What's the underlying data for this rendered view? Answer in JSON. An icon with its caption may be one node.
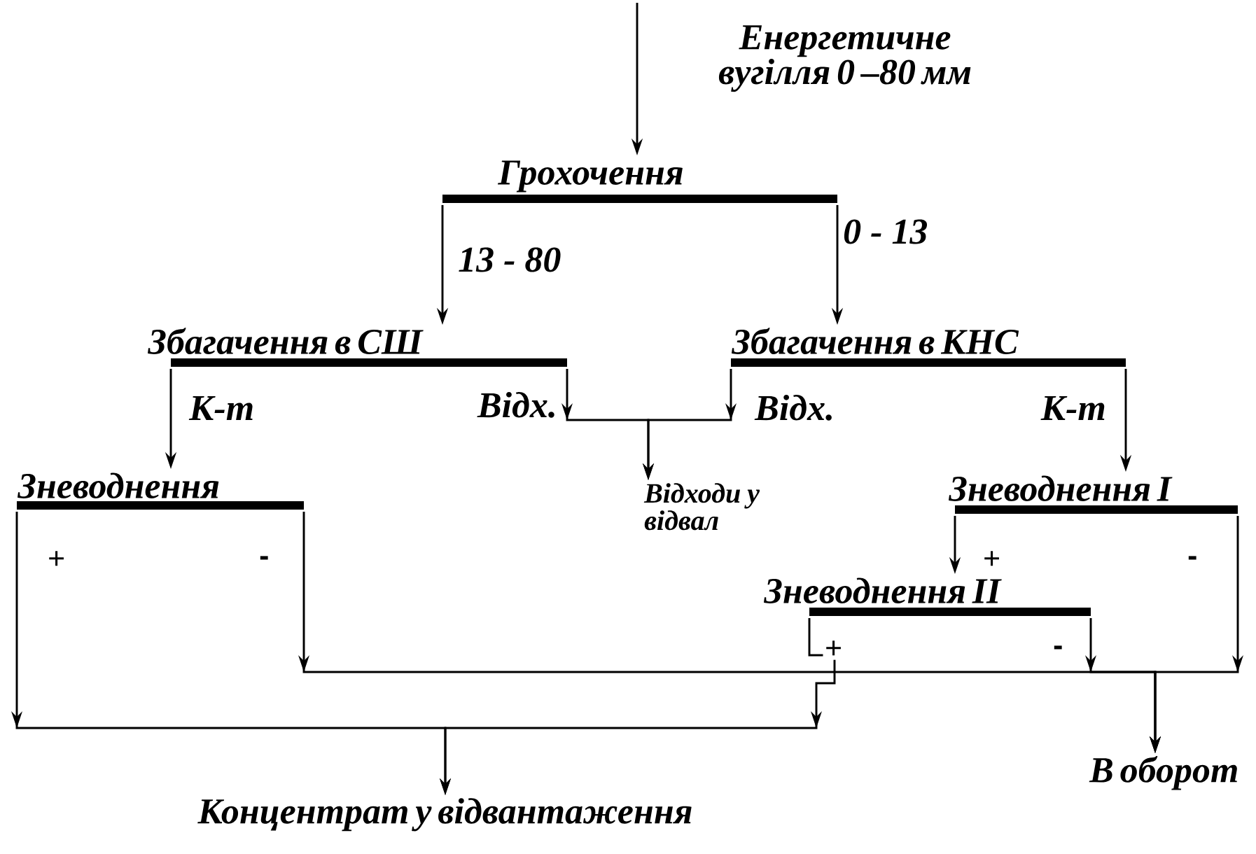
{
  "diagram": {
    "nodes": [
      {
        "text": [
          "Грохочення"
        ]
      },
      {
        "text": [
          "Збагачення в СШ"
        ]
      },
      {
        "text": [
          "Збагачення в КНС"
        ]
      },
      {
        "text": [
          "Зневоднення"
        ]
      },
      {
        "text": [
          "Зневоднення I"
        ]
      },
      {
        "text": [
          "Зневоднення II"
        ]
      },
      {
        "text": [
          "Відходи у відвал"
        ]
      },
      {
        "text": [
          "Концентрат у відвантаження"
        ]
      },
      {
        "text": [
          "В оборот"
        ]
      }
    ],
    "edges": [
      {
        "from": null,
        "to": 0,
        "arrow": "to",
        "label": "Енергетичне вугілля 0 –80 мм"
      },
      {
        "from": 0,
        "to": 1,
        "arrow": "to",
        "label": "13 - 80"
      },
      {
        "from": 0,
        "to": 2,
        "arrow": "to",
        "label": "0 - 13"
      },
      {
        "from": 1,
        "to": 3,
        "arrow": "to",
        "label": "К-т"
      },
      {
        "from": 1,
        "to": 6,
        "arrow": "to",
        "label": "Відх."
      },
      {
        "from": 2,
        "to": 6,
        "arrow": "to",
        "label": "Відх."
      },
      {
        "from": 2,
        "to": 4,
        "arrow": "to",
        "label": "К-т"
      },
      {
        "from": 3,
        "to": 7,
        "arrow": "to",
        "label": "+"
      },
      {
        "from": 3,
        "to": 8,
        "arrow": "to",
        "label": "-"
      },
      {
        "from": 4,
        "to": 5,
        "arrow": "to",
        "label": "+"
      },
      {
        "from": 4,
        "to": 8,
        "arrow": "to",
        "label": "-"
      },
      {
        "from": 5,
        "to": 7,
        "arrow": "to",
        "label": "+"
      },
      {
        "from": 5,
        "to": 8,
        "arrow": "to",
        "label": "-"
      }
    ]
  }
}
